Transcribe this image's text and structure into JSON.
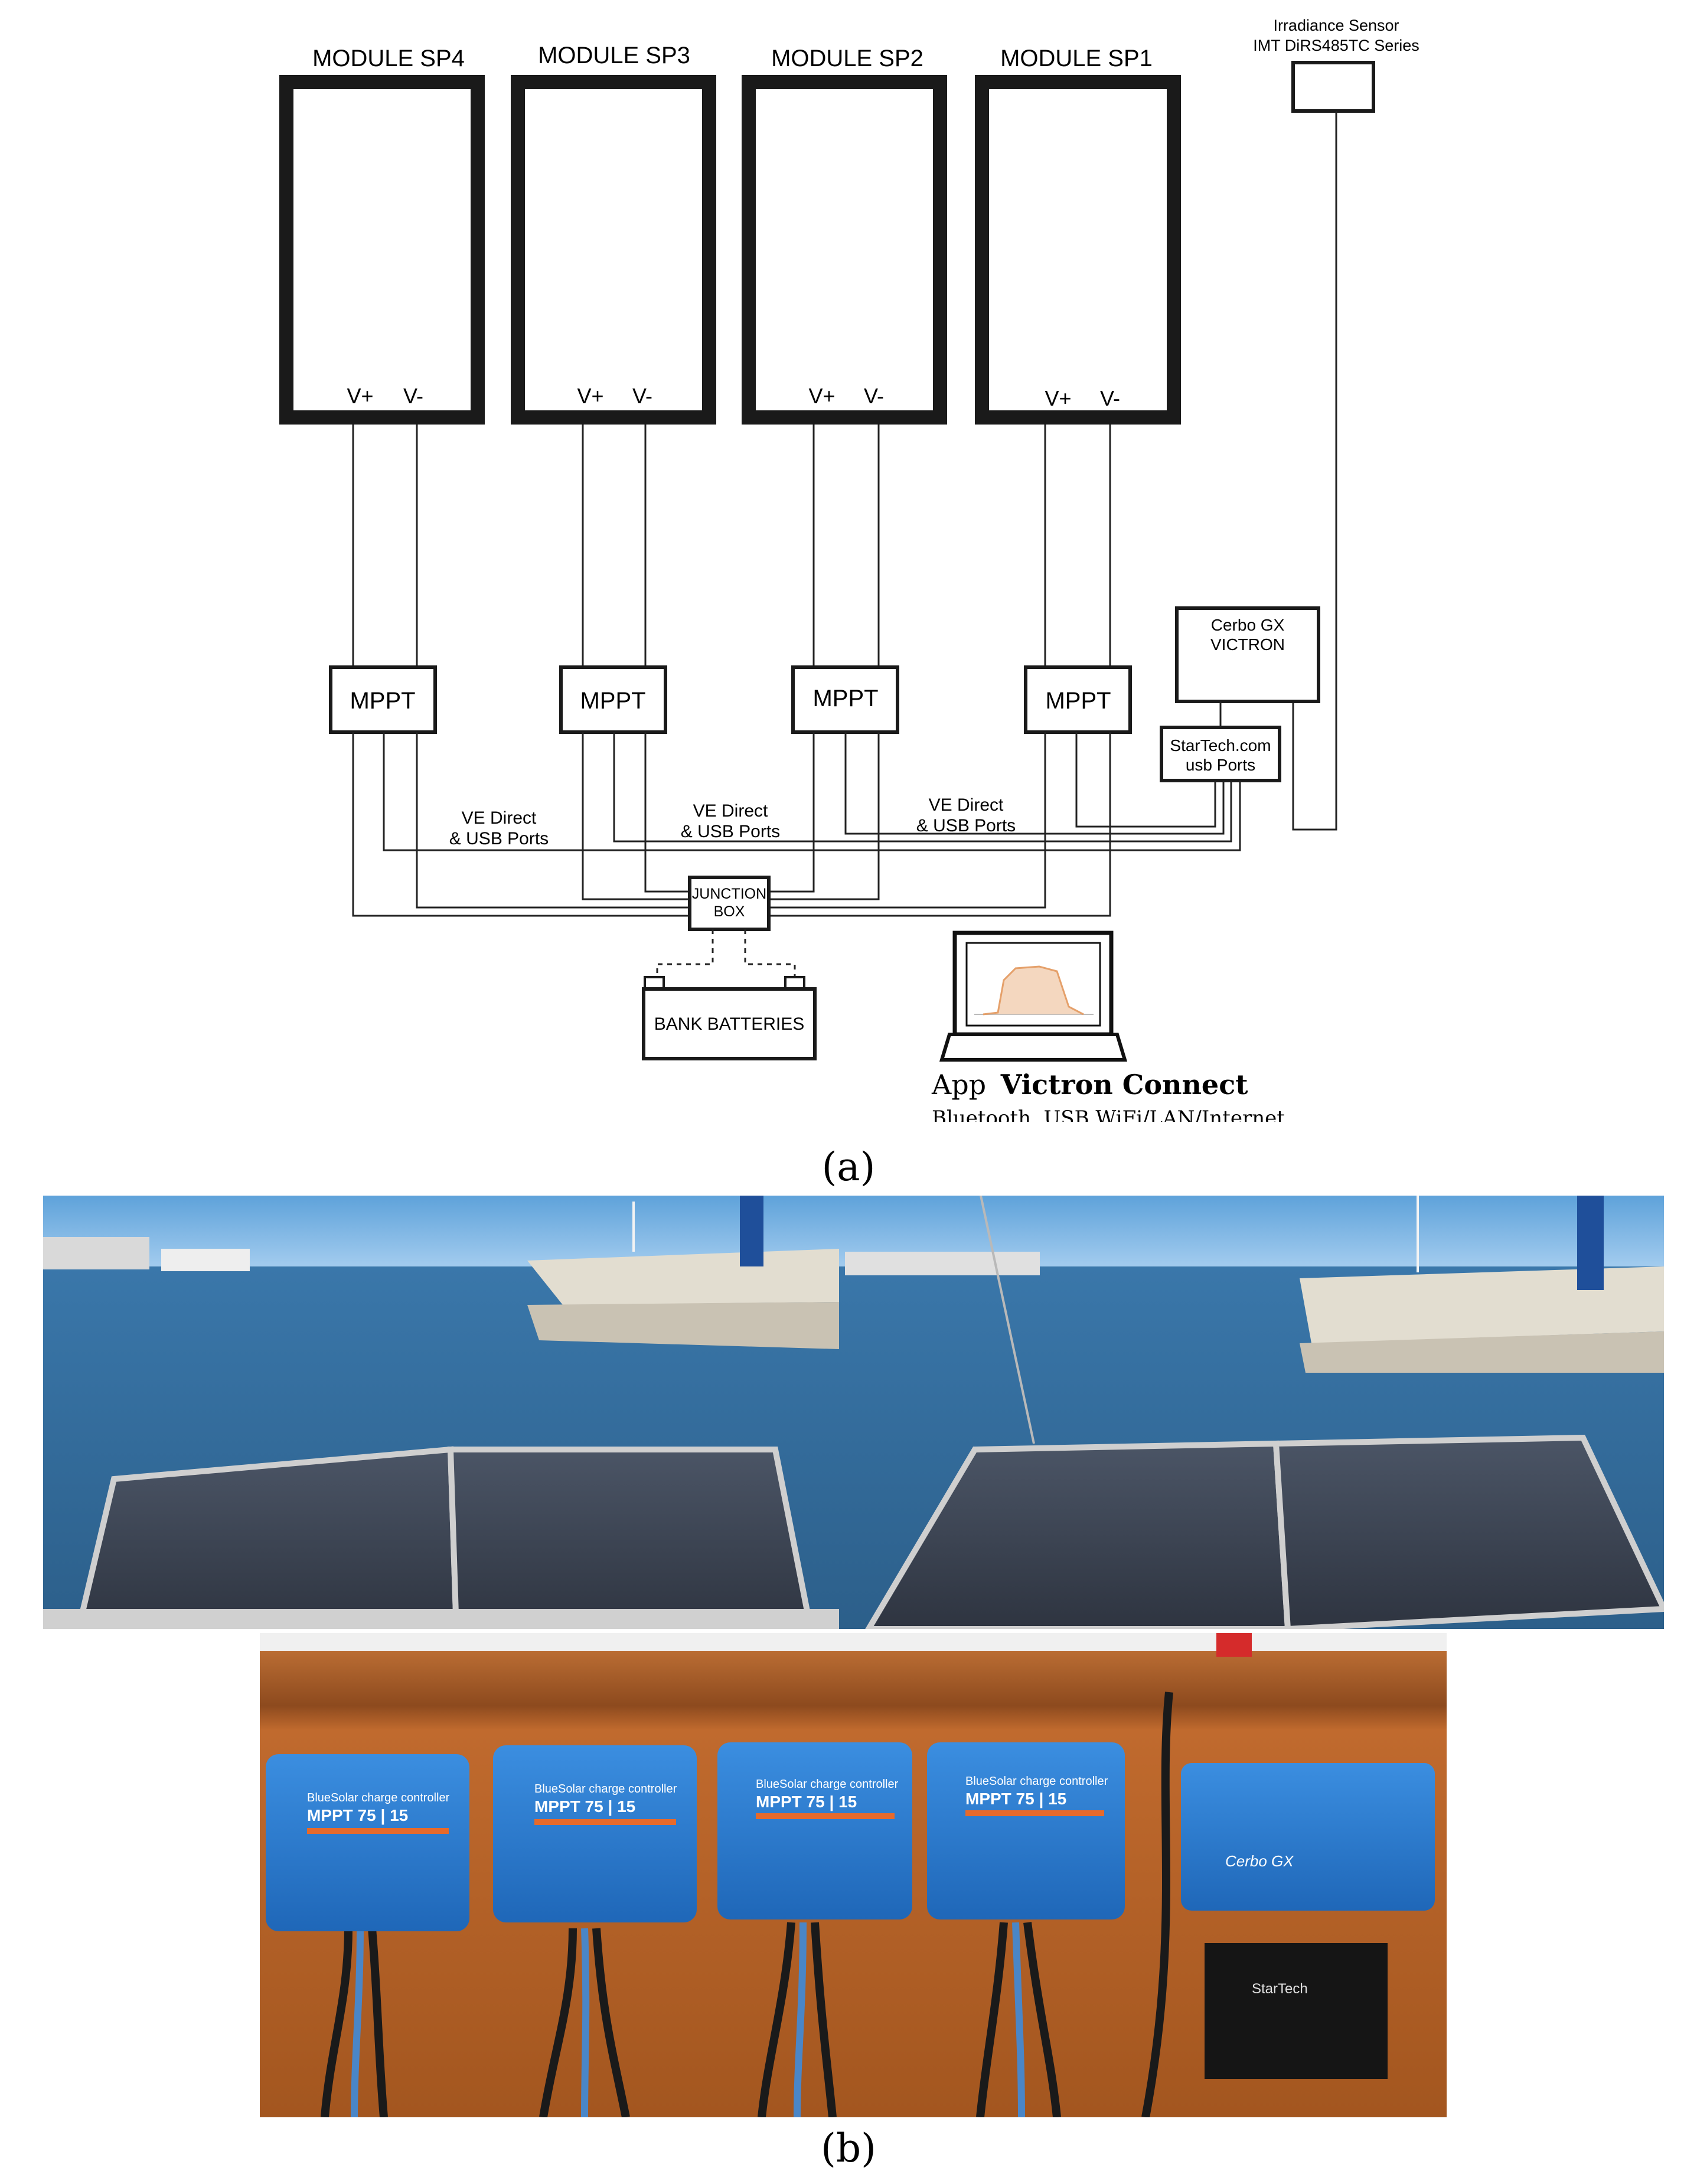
{
  "diagram": {
    "modules": [
      {
        "name": "MODULE SP4",
        "vplus": "V+",
        "vminus": "V-"
      },
      {
        "name": "MODULE SP3",
        "vplus": "V+",
        "vminus": "V-"
      },
      {
        "name": "MODULE SP2",
        "vplus": "V+",
        "vminus": "V-"
      },
      {
        "name": "MODULE SP1",
        "vplus": "V+",
        "vminus": "V-"
      }
    ],
    "mppt_label": "MPPT",
    "irradiance": {
      "line1": "Irradiance Sensor",
      "line2": "IMT DiRS485TC Series"
    },
    "cerbo": {
      "line1": "Cerbo GX",
      "line2": "VICTRON"
    },
    "startech": {
      "line1": "StarTech.com",
      "line2": "usb Ports"
    },
    "ve_direct": [
      {
        "line1": "VE Direct",
        "line2": "& USB Ports"
      },
      {
        "line1": "VE Direct",
        "line2": "& USB Ports"
      },
      {
        "line1": "VE Direct",
        "line2": "& USB Ports"
      }
    ],
    "junction": {
      "line1": "JUNCTION",
      "line2": "BOX"
    },
    "batteries": "BANK BATTERIES",
    "app": {
      "prefix": "App",
      "name": "Victron Connect",
      "sub": "Bluetooth, USB WiFi/LAN/Internet"
    }
  },
  "captions": {
    "a": "(a)",
    "b": "(b)"
  },
  "photos": {
    "controllers": [
      {
        "brand": "BlueSolar charge controller",
        "model": "MPPT 75 | 15"
      },
      {
        "brand": "BlueSolar charge controller",
        "model": "MPPT 75 | 15"
      },
      {
        "brand": "BlueSolar charge controller",
        "model": "MPPT 75 | 15"
      },
      {
        "brand": "BlueSolar charge controller",
        "model": "MPPT 75 | 15"
      }
    ],
    "cerbo_label": "Cerbo GX",
    "hub_label": "StarTech"
  },
  "colors": {
    "sea": "#3f7fb2",
    "sky": "#6faee0",
    "wood": "#b5642c",
    "controller_blue": "#2f7fd0"
  }
}
